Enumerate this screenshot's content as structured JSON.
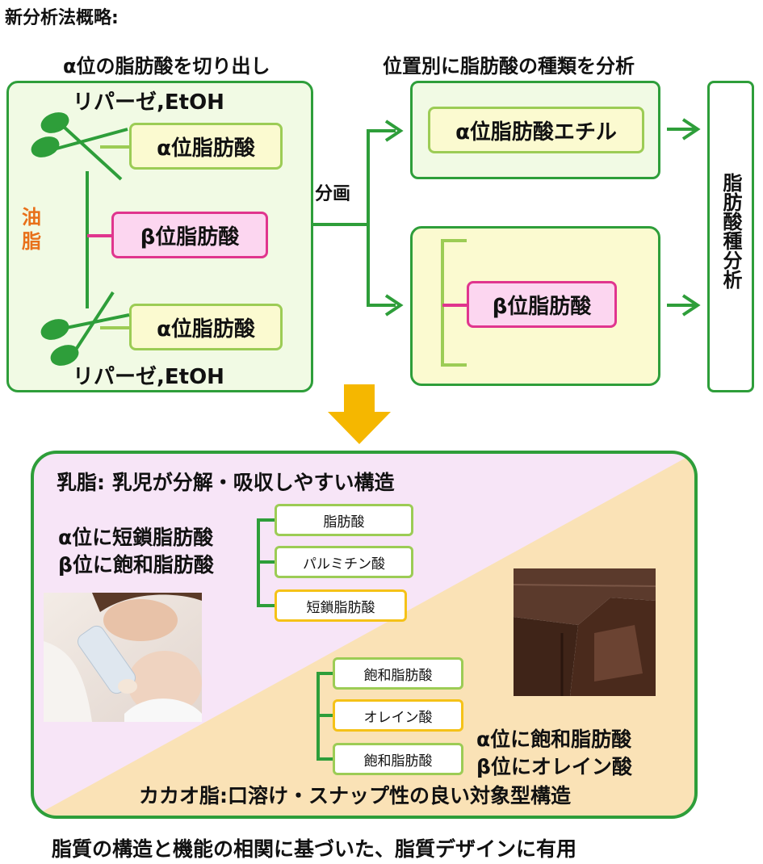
{
  "header": {
    "title": "新分析法概略:"
  },
  "top_left": {
    "heading": "α位の脂肪酸を切り出し",
    "lipase_top": "リパーゼ,EtOH",
    "lipase_bottom": "リパーゼ,EtOH",
    "oil_label": "油脂",
    "alpha_top": "α位脂肪酸",
    "beta": "β位脂肪酸",
    "alpha_bottom": "α位脂肪酸"
  },
  "top_right": {
    "heading": "位置別に脂肪酸の種類を分析",
    "fractionation": "分画",
    "alpha_ester": "α位脂肪酸エチル",
    "beta": "β位脂肪酸",
    "analysis": "脂肪酸種分析"
  },
  "bottom": {
    "milk_title": "乳脂: 乳児が分解・吸収しやすい構造",
    "milk_desc_1": "α位に短鎖脂肪酸",
    "milk_desc_2": "β位に飽和脂肪酸",
    "milk_chain": [
      "脂肪酸",
      "パルミチン酸",
      "短鎖脂肪酸"
    ],
    "cacao_chain": [
      "飽和脂肪酸",
      "オレイン酸",
      "飽和脂肪酸"
    ],
    "cacao_desc_1": "α位に飽和脂肪酸",
    "cacao_desc_2": "β位にオレイン酸",
    "cacao_title": "カカオ脂:口溶け・スナップ性の良い対象型構造"
  },
  "footer": {
    "conclusion": "脂質の構造と機能の相関に基づいた、脂質デザインに有用"
  },
  "colors": {
    "green_border": "#2e9e3a",
    "light_green_fill": "#f1fae4",
    "yellow_fill": "#fbfad0",
    "pink_fill": "#fcd6f0",
    "pink_border": "#e0358e",
    "orange_arrow": "#f5b700",
    "oil_orange": "#e8701a",
    "lavender": "#f7e5f7",
    "beige": "#fae2b6"
  }
}
